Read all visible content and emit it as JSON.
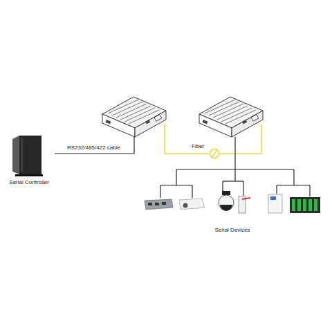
{
  "diagram": {
    "nodes": [
      {
        "text": [
          "Serial Controller"
        ]
      },
      {
        "text": []
      },
      {
        "text": []
      },
      {
        "text": [
          "Serial Devices"
        ]
      }
    ],
    "edges": [
      {
        "from": 0,
        "to": 1,
        "label": "RS232/485/422 cable",
        "arrow": "none"
      },
      {
        "from": 1,
        "to": 2,
        "label": "Fiber",
        "arrow": "none"
      },
      {
        "from": 2,
        "to": 3,
        "arrow": "none"
      }
    ]
  }
}
